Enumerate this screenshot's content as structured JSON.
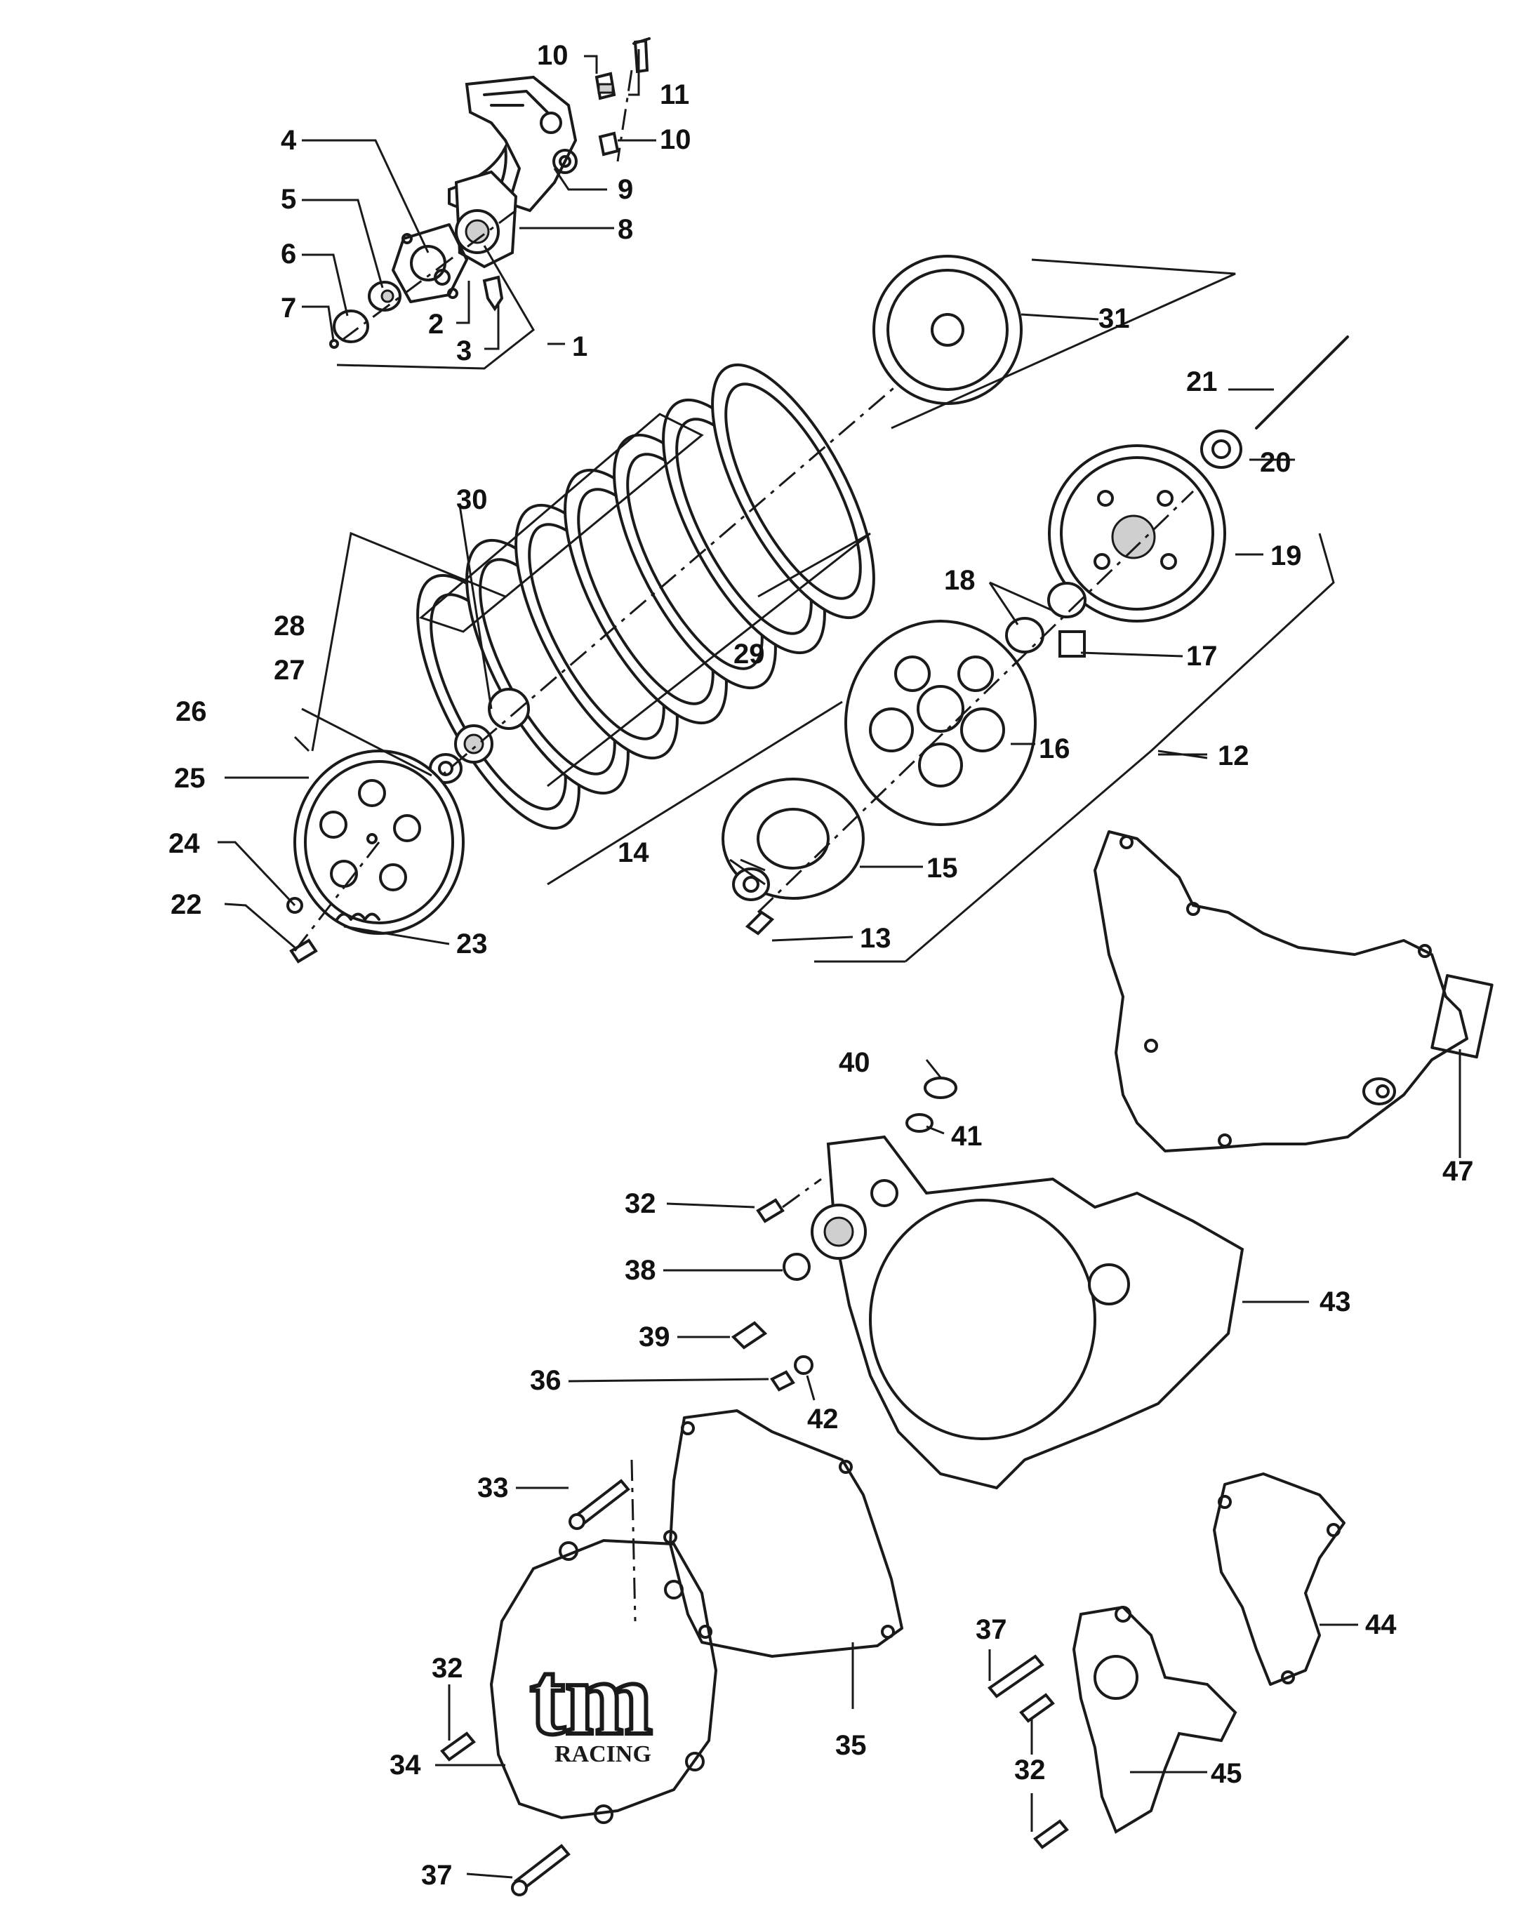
{
  "labels": {
    "l1": "1",
    "l2": "2",
    "l3": "3",
    "l4": "4",
    "l5": "5",
    "l6": "6",
    "l7": "7",
    "l8": "8",
    "l9": "9",
    "l10a": "10",
    "l10b": "10",
    "l11": "11",
    "l12": "12",
    "l13": "13",
    "l14": "14",
    "l15": "15",
    "l16": "16",
    "l17": "17",
    "l18": "18",
    "l19": "19",
    "l20": "20",
    "l21": "21",
    "l22": "22",
    "l23": "23",
    "l24": "24",
    "l25": "25",
    "l26": "26",
    "l27": "27",
    "l28": "28",
    "l29": "29",
    "l30": "30",
    "l31": "31",
    "l32a": "32",
    "l32b": "32",
    "l32c": "32",
    "l33": "33",
    "l34": "34",
    "l35": "35",
    "l36": "36",
    "l37a": "37",
    "l37b": "37",
    "l38": "38",
    "l39": "39",
    "l40": "40",
    "l41": "41",
    "l42": "42",
    "l43": "43",
    "l44": "44",
    "l45": "45",
    "l47": "47"
  },
  "logo": {
    "brand": "tm",
    "sub": "RACING"
  }
}
